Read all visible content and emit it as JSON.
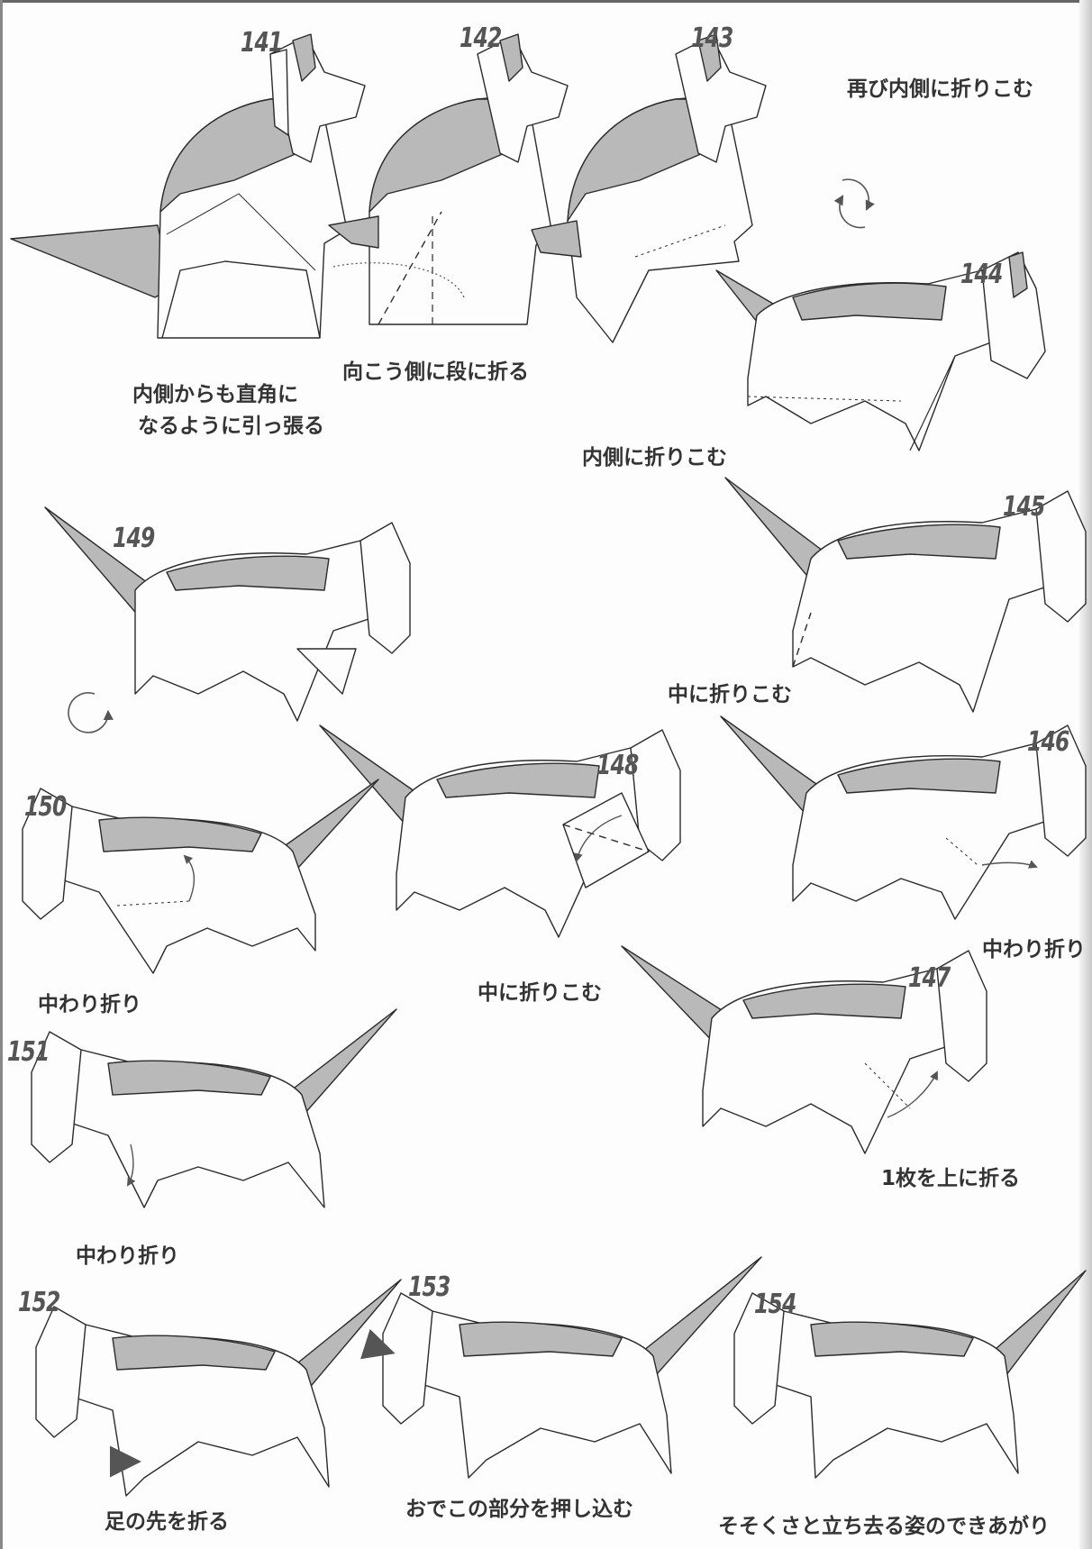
{
  "steps": [
    {
      "num": "141",
      "notes": [
        "内側からも直角に",
        "なるように引っ張る"
      ]
    },
    {
      "num": "142",
      "notes": [
        "向こう側に段に折る"
      ]
    },
    {
      "num": "143",
      "notes": [
        "再び内側に折りこむ"
      ]
    },
    {
      "num": "144",
      "notes": [
        "内側に折りこむ"
      ]
    },
    {
      "num": "145",
      "notes": [
        "中に折りこむ"
      ]
    },
    {
      "num": "146",
      "notes": [
        "中わり折り"
      ]
    },
    {
      "num": "147",
      "notes": [
        "1枚を上に折る"
      ]
    },
    {
      "num": "148",
      "notes": [
        "中に折りこむ"
      ]
    },
    {
      "num": "149",
      "notes": []
    },
    {
      "num": "150",
      "notes": [
        "中わり折り"
      ]
    },
    {
      "num": "151",
      "notes": [
        "中わり折り"
      ]
    },
    {
      "num": "152",
      "notes": [
        "足の先を折る"
      ]
    },
    {
      "num": "153",
      "notes": [
        "おでこの部分を押し込む"
      ]
    },
    {
      "num": "154",
      "notes": [
        "そそくさと立ち去る姿のできあがり"
      ]
    }
  ],
  "colors": {
    "paper": "#fdfdfd",
    "shade": "#b9b9b9",
    "line": "#2b2b2b",
    "arrow": "#555555"
  },
  "symbols": [
    "rotate-arrow-icon",
    "push-arrow-icon",
    "fold-arrow-icon"
  ]
}
